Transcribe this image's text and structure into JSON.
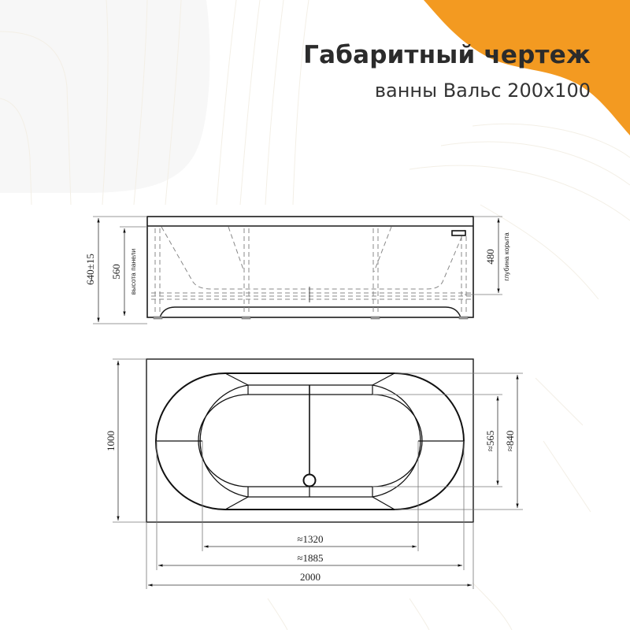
{
  "header": {
    "title": "Габаритный чертеж",
    "subtitle": "ванны Вальс 200x100"
  },
  "colors": {
    "accent": "#f39a21",
    "background": "#ffffff",
    "background_blob": "#f7f7f7",
    "line": "#1a1a1a",
    "dim_line": "#777777",
    "text": "#2b2b2b"
  },
  "front_view": {
    "dim_total_height": "640±15",
    "dim_panel_height": "560",
    "label_panel_height": "высота панели",
    "dim_tub_depth": "480",
    "label_tub_depth": "глубина корыта"
  },
  "top_view": {
    "dim_width": "1000",
    "dim_inner_width": "≈565",
    "dim_outer_bowl_width": "≈840",
    "dim_inner_length": "≈1320",
    "dim_outer_bowl_length": "≈1885",
    "dim_length": "2000"
  }
}
